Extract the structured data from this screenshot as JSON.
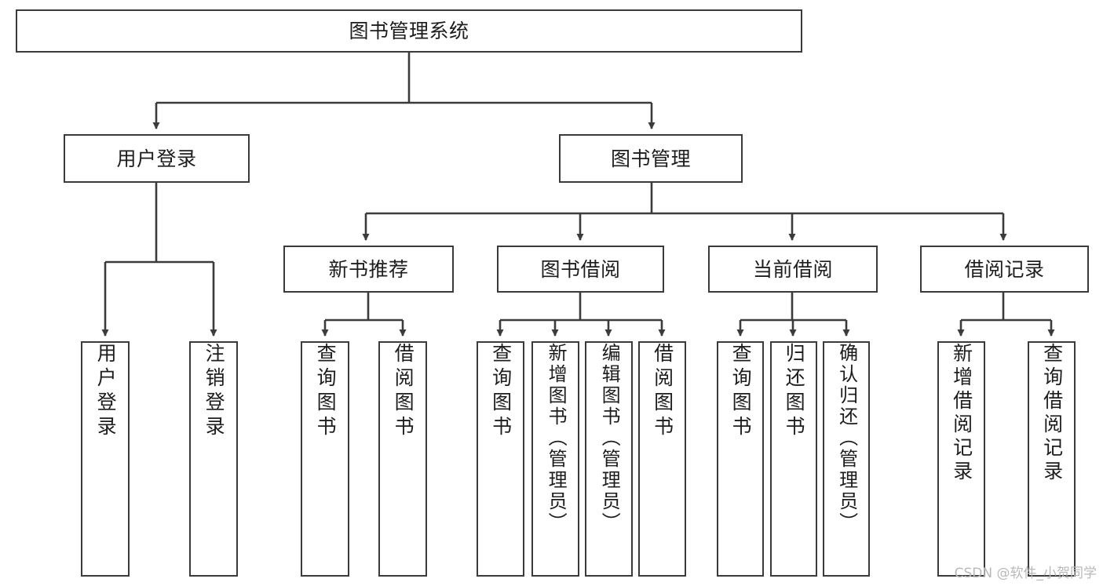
{
  "diagram": {
    "type": "tree-hierarchy-chart",
    "title": "图书管理系统",
    "stroke_color": "#3b3b3b",
    "background_color": "#ffffff",
    "text_color": "#1d1d1d",
    "nodes": {
      "root": {
        "label": "图书管理系统",
        "level": 0
      },
      "l1": [
        {
          "id": "user-login",
          "label": "用户登录"
        },
        {
          "id": "book-manage",
          "label": "图书管理"
        }
      ],
      "l2": [
        {
          "id": "new-book-recommend",
          "label": "新书推荐"
        },
        {
          "id": "book-borrow",
          "label": "图书借阅"
        },
        {
          "id": "current-borrow",
          "label": "当前借阅"
        },
        {
          "id": "borrow-record",
          "label": "借阅记录"
        }
      ],
      "leaves": {
        "user-login": [
          {
            "id": "leaf-user-login",
            "label": "用户登录"
          },
          {
            "id": "leaf-logout",
            "label": "注销登录"
          }
        ],
        "new-book-recommend": [
          {
            "id": "leaf-query-book-1",
            "label": "查询图书"
          },
          {
            "id": "leaf-borrow-book-1",
            "label": "借阅图书"
          }
        ],
        "book-borrow": [
          {
            "id": "leaf-query-book-2",
            "label": "查询图书"
          },
          {
            "id": "leaf-add-book",
            "label": "新增图书（管理员）"
          },
          {
            "id": "leaf-edit-book",
            "label": "编辑图书（管理员）"
          },
          {
            "id": "leaf-borrow-book-2",
            "label": "借阅图书"
          }
        ],
        "current-borrow": [
          {
            "id": "leaf-query-book-3",
            "label": "查询图书"
          },
          {
            "id": "leaf-return-book",
            "label": "归还图书"
          },
          {
            "id": "leaf-confirm-return",
            "label": "确认归还（管理员）"
          }
        ],
        "borrow-record": [
          {
            "id": "leaf-add-record",
            "label": "新增借阅记录"
          },
          {
            "id": "leaf-query-record",
            "label": "查询借阅记录"
          }
        ]
      }
    },
    "watermark": "CSDN @软件_小贺同学"
  }
}
